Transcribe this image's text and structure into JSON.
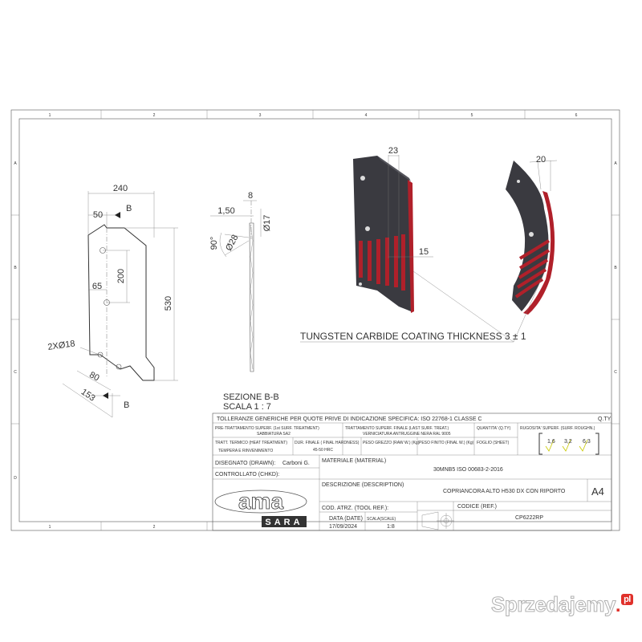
{
  "frame": {
    "cols": [
      "1",
      "2",
      "3",
      "4",
      "5",
      "6"
    ],
    "rows": [
      "A",
      "B",
      "C",
      "D"
    ]
  },
  "dims": {
    "width_top": "240",
    "offset_50": "50",
    "height_200": "200",
    "height_530": "530",
    "offset_65": "65",
    "holes": "2XØ18",
    "d80": "80",
    "d153": "153",
    "sec_8": "8",
    "sec_150": "1,50",
    "sec_d17": "Ø17",
    "sec_90": "90°",
    "sec_d28": "Ø28",
    "p23": "23",
    "p15": "15",
    "p20": "20"
  },
  "section_marker": "B",
  "coating_note": "TUNGSTEN CARBIDE COATING THICKNESS 3 ± 1",
  "section_title": "SEZIONE B-B",
  "section_scale": "SCALA 1 : 7",
  "title_block": {
    "tolerances": "TOLLERANZE GENERICHE PER QUOTE PRIVE DI INDICAZIONE SPECIFICA: ISO 22768-1 CLASSE C",
    "qty": "Q.TY",
    "pretreat_label": "PRE-TRATTAMENTO SUPERF. (1st SURF. TREATMENT)",
    "pretreat_value": "SABBIATURA SA2",
    "finish_label": "TRATTAMENTO SUPERF. FINALE (LAST SURF. TREAT.)",
    "finish_value": "VERNICIATURA ANTRUGGINE NERA RAL 9005",
    "quantity_label": "QUANTITA' (Q.TY)",
    "roughness_label": "RUGOSITA' SUPERF. (SURF. ROUGHN.)",
    "rough_1": "1,6",
    "rough_2": "3,2",
    "rough_3": "6,3",
    "heat_label": "TRATT. TERMICO (HEAT TREATMENT)",
    "heat_value": "TEMPERA E RINVENIMENTO",
    "hardness_label": "DUR. FINALE ( FINAL HARDNESS)",
    "hardness_value": "45-50 HRC",
    "raw_weight_label": "PESO GREZZO (RAW W.) (Kg)",
    "final_weight_label": "PESO FINITO (FINAL W.) (Kg)",
    "sheet_label": "FOGLIO (SHEET)",
    "drawn_label": "DISEGNATO (DRAWN):",
    "drawn_value": "Carboni G.",
    "checked_label": "CONTROLLATO (CHKD):",
    "material_label": "MATERIALE (MATERIAL)",
    "material_value": "30MNB5 ISO 00683-2-2016",
    "desc_label": "DESCRIZIONE (DESCRIPTION)",
    "desc_value": "COPRIANCORA ALTO H530 DX CON RIPORTO",
    "size": "A4",
    "tool_ref_label": "COD. ATRZ. (TOOL REF.):",
    "code_label": "CODICE (REF.)",
    "code_value": "CP6222RP",
    "date_label": "DATA (DATE)",
    "date_value": "17/09/2024",
    "scale_label": "SCALA(SCALE)",
    "scale_value": "1:8",
    "logo_top": "ama",
    "logo_bottom": "SARA"
  },
  "watermark": {
    "text": "Sprzedajemy",
    "dot": ".",
    "suffix": "pl"
  },
  "colors": {
    "part_dark": "#3a3a40",
    "part_mid": "#55555c",
    "carbide_red": "#b0202a",
    "carbide_dark": "#6a1018",
    "line": "#555555",
    "roughness_check": "#c8c800"
  }
}
